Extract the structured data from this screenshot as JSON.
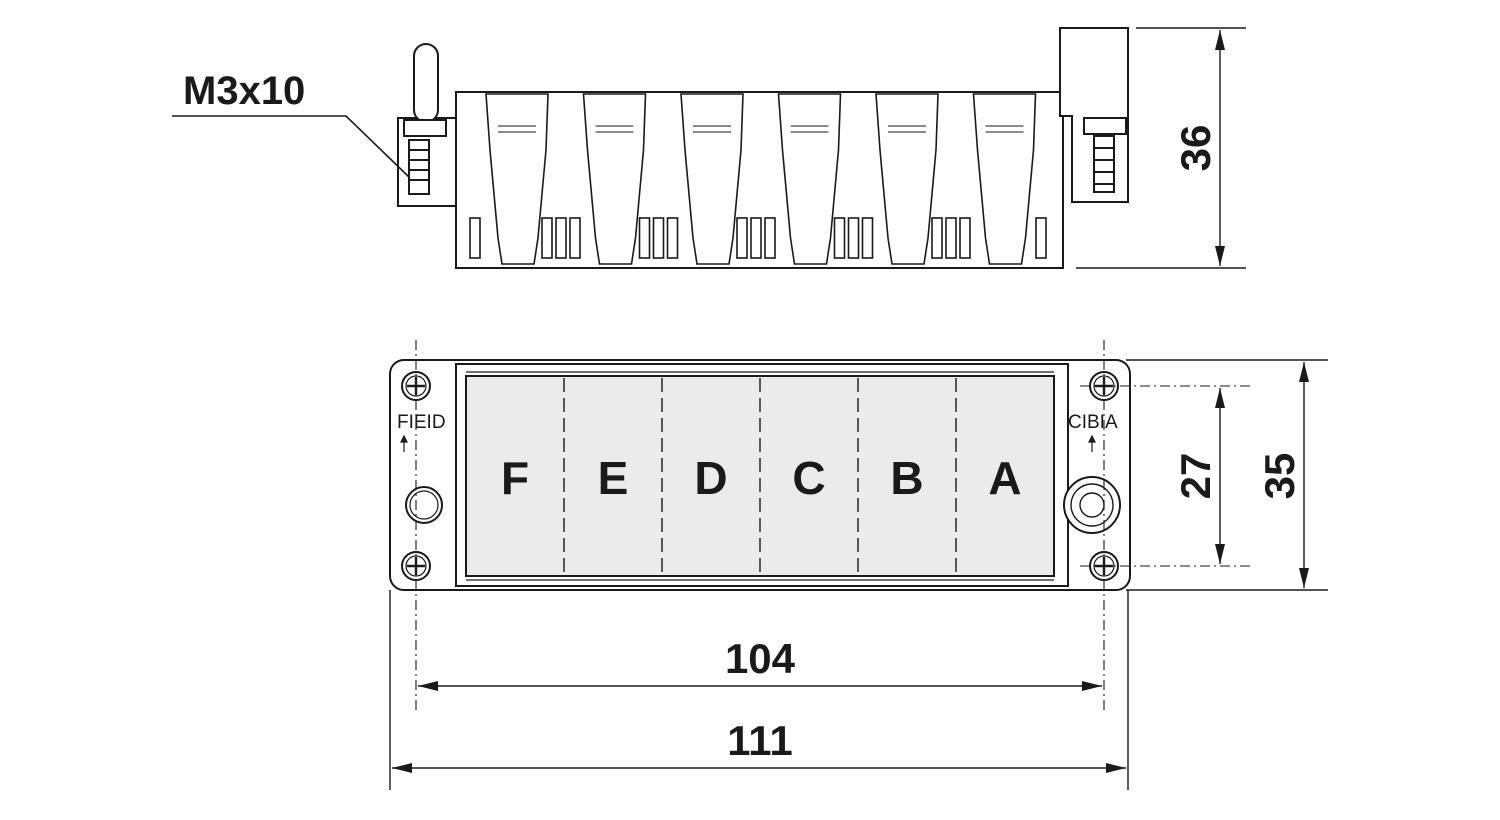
{
  "callout": {
    "screw": "M3x10"
  },
  "dimensions": {
    "height_side": "36",
    "inner_height": "27",
    "outer_height": "35",
    "inner_width": "104",
    "outer_width": "111"
  },
  "slot_letters": [
    "F",
    "E",
    "D",
    "C",
    "B",
    "A"
  ],
  "side_labels": {
    "left": "FIEID",
    "right": "CIBIA"
  },
  "colors": {
    "line": "#1a1a1a",
    "fill": "#ebebeb",
    "paper": "#ffffff"
  }
}
